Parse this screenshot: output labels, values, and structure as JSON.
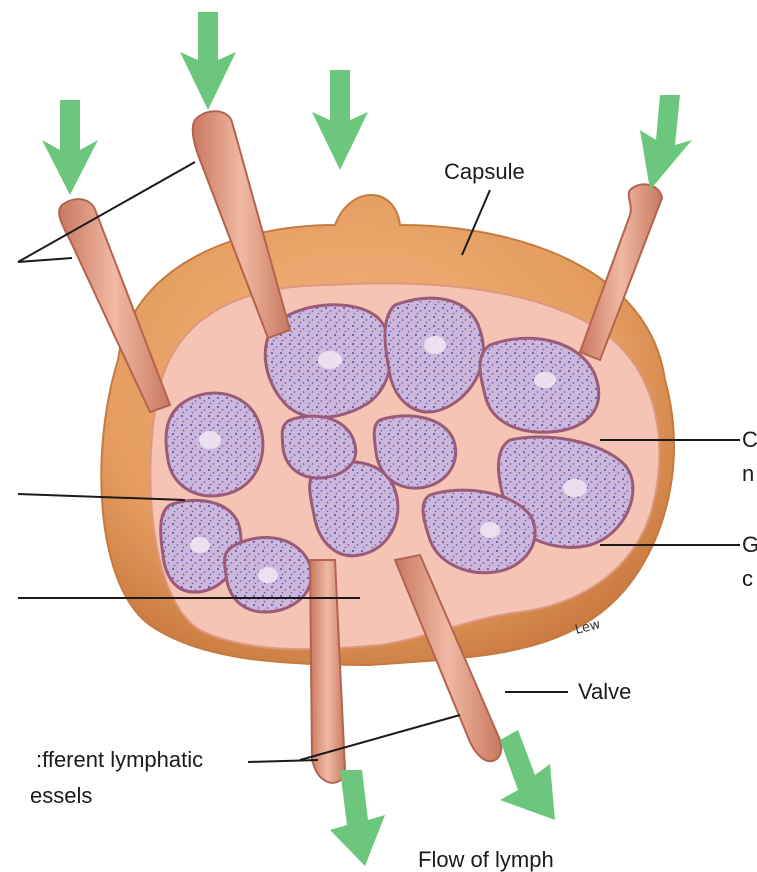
{
  "labels": {
    "capsule": "Capsule",
    "right_top_line1": "C",
    "right_top_line2": "n",
    "right_mid_line1": "G",
    "right_mid_line2": "c",
    "valve": "Valve",
    "efferent_line1": ":fferent lymphatic",
    "efferent_line2": "essels",
    "flow": "Flow of lymph",
    "signature": "Lew"
  },
  "colors": {
    "capsule_fill": "#e8a268",
    "capsule_shadow": "#cf8245",
    "cortex_fill": "#f5c2b2",
    "nodule_fill": "#c9b3d6",
    "nodule_stipple": "#5a63b8",
    "vessel_fill": "#e7a994",
    "vessel_stroke": "#b2644e",
    "arrow_green": "#6cc77c",
    "leader_line": "#1b1b1b"
  },
  "icons": [
    "inflow-arrow-icon",
    "outflow-arrow-icon"
  ]
}
